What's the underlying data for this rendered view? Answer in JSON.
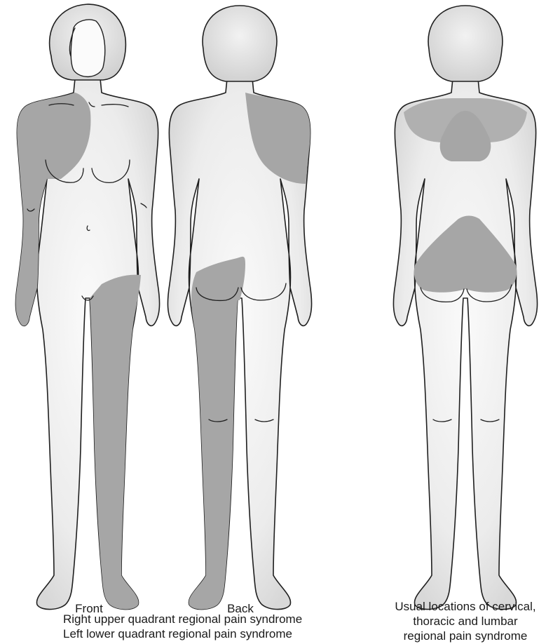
{
  "figures": [
    {
      "label": "Front"
    },
    {
      "label": "Back"
    },
    {
      "label": ""
    }
  ],
  "captions": {
    "left_line1": "Right upper quadrant regional pain syndrome",
    "left_line2": "Left lower quadrant regional pain syndrome",
    "right_line1": "Usual locations of cervical,",
    "right_line2": "thoracic and lumbar",
    "right_line3": "regional pain syndrome"
  },
  "colors": {
    "pain_region": "#a6a6a6",
    "skin": "#eeeeee",
    "hair": "#dcdcdc",
    "outline": "#1f1f1f"
  }
}
